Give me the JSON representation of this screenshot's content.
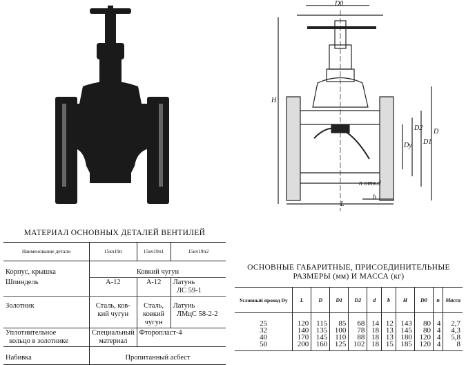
{
  "drawing": {
    "labels": {
      "d0": "D0",
      "h": "H",
      "d": "D",
      "d1": "D1",
      "d2": "D2",
      "dy": "Dy",
      "holes": "n отв.d",
      "b": "b",
      "l": "L"
    }
  },
  "materials": {
    "title": "МАТЕРИАЛ ОСНОВНЫХ ДЕТАЛЕЙ ВЕНТИЛЕЙ",
    "headers": [
      "Наименование детали",
      "15кч19п",
      "15кч19п1",
      "15кч19п2"
    ],
    "rows": {
      "body": {
        "name": "Корпус, крышка",
        "all": "Ковкий чугун"
      },
      "spindle": {
        "name": "Шпиндель",
        "c1": "А-12",
        "c2": "А-12",
        "c3a": "Латунь",
        "c3b": "ЛС 59-1"
      },
      "disc": {
        "name": "Золотник",
        "c1a": "Сталь, ков-",
        "c1b": "кий чугун",
        "c2a": "Сталь,",
        "c2b": "ковкий",
        "c2c": "чугун",
        "c3a": "Латунь",
        "c3b": "ЛМцС 58-2-2"
      },
      "ring": {
        "name_a": "Уплотнительное",
        "name_b": "кольцо в золотнике",
        "c1a": "Специальный",
        "c1b": "материал",
        "c23": "Фторопласт-4"
      },
      "packing": {
        "name": "Набивка",
        "all": "Пропитанный асбест"
      }
    }
  },
  "dimensions": {
    "title_a": "ОСНОВНЫЕ ГАБАРИТНЫЕ, ПРИСОЕДИНИТЕЛЬНЫЕ",
    "title_b": "РАЗМЕРЫ (мм) И МАССА (кг)",
    "headers": [
      "Условный проход Dy",
      "L",
      "D",
      "D1",
      "D2",
      "d",
      "b",
      "H",
      "D0",
      "n",
      "Масса"
    ],
    "rows": [
      [
        "25",
        "120",
        "115",
        "85",
        "68",
        "14",
        "12",
        "143",
        "80",
        "4",
        "2,7"
      ],
      [
        "32",
        "140",
        "135",
        "100",
        "78",
        "18",
        "13",
        "145",
        "80",
        "4",
        "4,3"
      ],
      [
        "40",
        "170",
        "145",
        "110",
        "88",
        "18",
        "13",
        "180",
        "120",
        "4",
        "5,8"
      ],
      [
        "50",
        "200",
        "160",
        "125",
        "102",
        "18",
        "15",
        "185",
        "120",
        "4",
        "8"
      ]
    ]
  }
}
